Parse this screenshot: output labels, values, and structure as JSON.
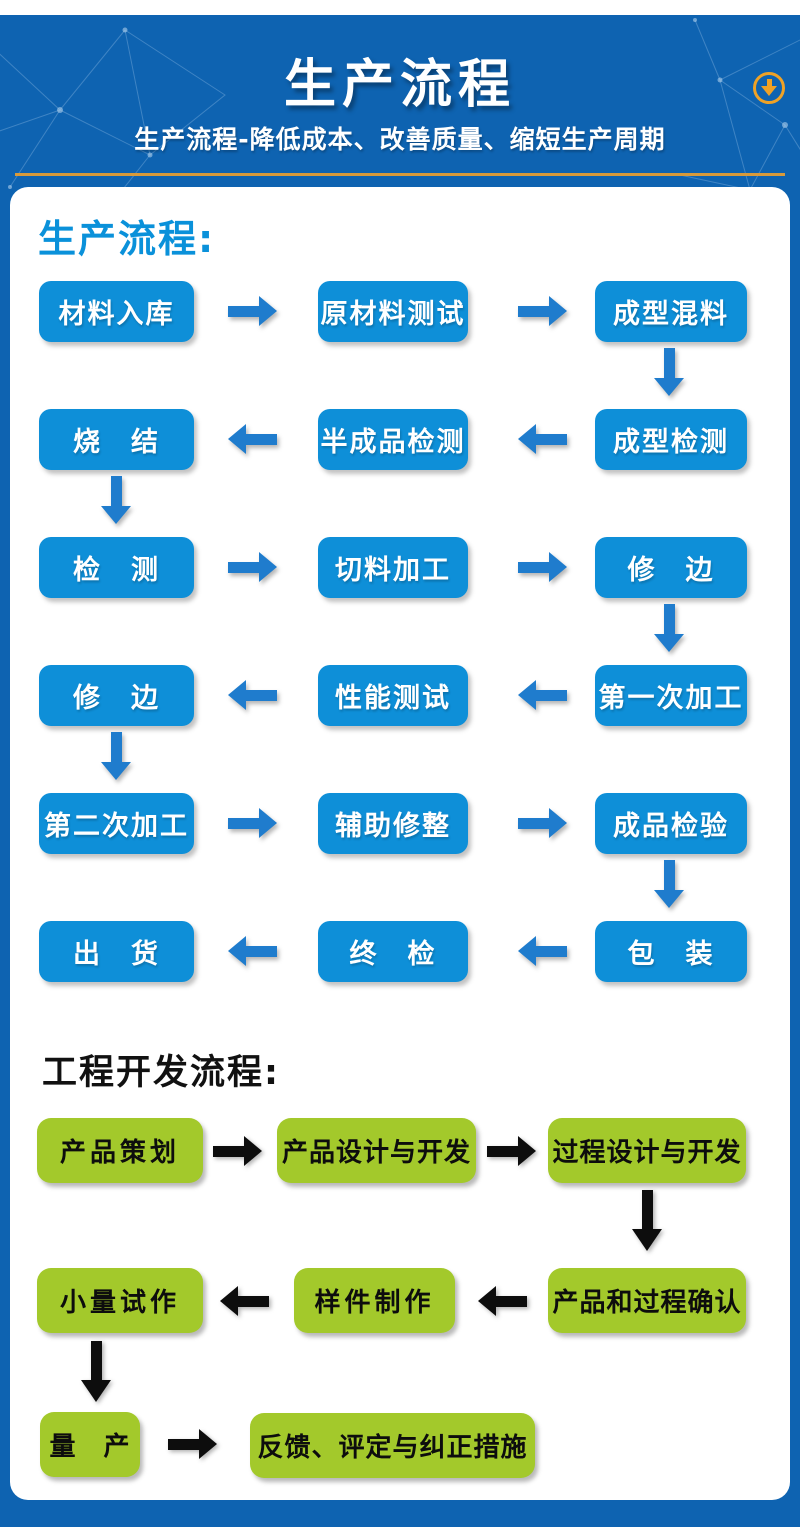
{
  "header": {
    "title": "生产流程",
    "subtitle": "生产流程-降低成本、改善质量、缩短生产周期",
    "download_icon": "circle-down-arrow-icon"
  },
  "production": {
    "heading": "生产流程:",
    "rows": [
      {
        "c1": "材料入库",
        "c2": "原材料测试",
        "c3": "成型混料"
      },
      {
        "c1": "烧　结",
        "c2": "半成品检测",
        "c3": "成型检测"
      },
      {
        "c1": "检　测",
        "c2": "切料加工",
        "c3": "修　边"
      },
      {
        "c1": "修　边",
        "c2": "性能测试",
        "c3": "第一次加工"
      },
      {
        "c1": "第二次加工",
        "c2": "辅助修整",
        "c3": "成品检验"
      },
      {
        "c1": "出　货",
        "c2": "终　检",
        "c3": "包　装"
      }
    ]
  },
  "engineering": {
    "heading": "工程开发流程:",
    "rows": [
      {
        "c1": "产品策划",
        "c2": "产品设计与开发",
        "c3": "过程设计与开发"
      },
      {
        "c1": "小量试作",
        "c2": "样件制作",
        "c3": "产品和过程确认"
      },
      {
        "c1": "量　产",
        "c2": "反馈、评定与纠正措施"
      }
    ]
  },
  "colors": {
    "page_bg": "#0e63b1",
    "panel_bg": "#ffffff",
    "process_box": "#0e8fd8",
    "process_arrow": "#1f7ccd",
    "process_heading": "#0a91da",
    "eng_box": "#a3c92b",
    "eng_arrow": "#0d0d0d",
    "accent_gold": "#d79a3b",
    "icon_gold": "#efa226"
  }
}
